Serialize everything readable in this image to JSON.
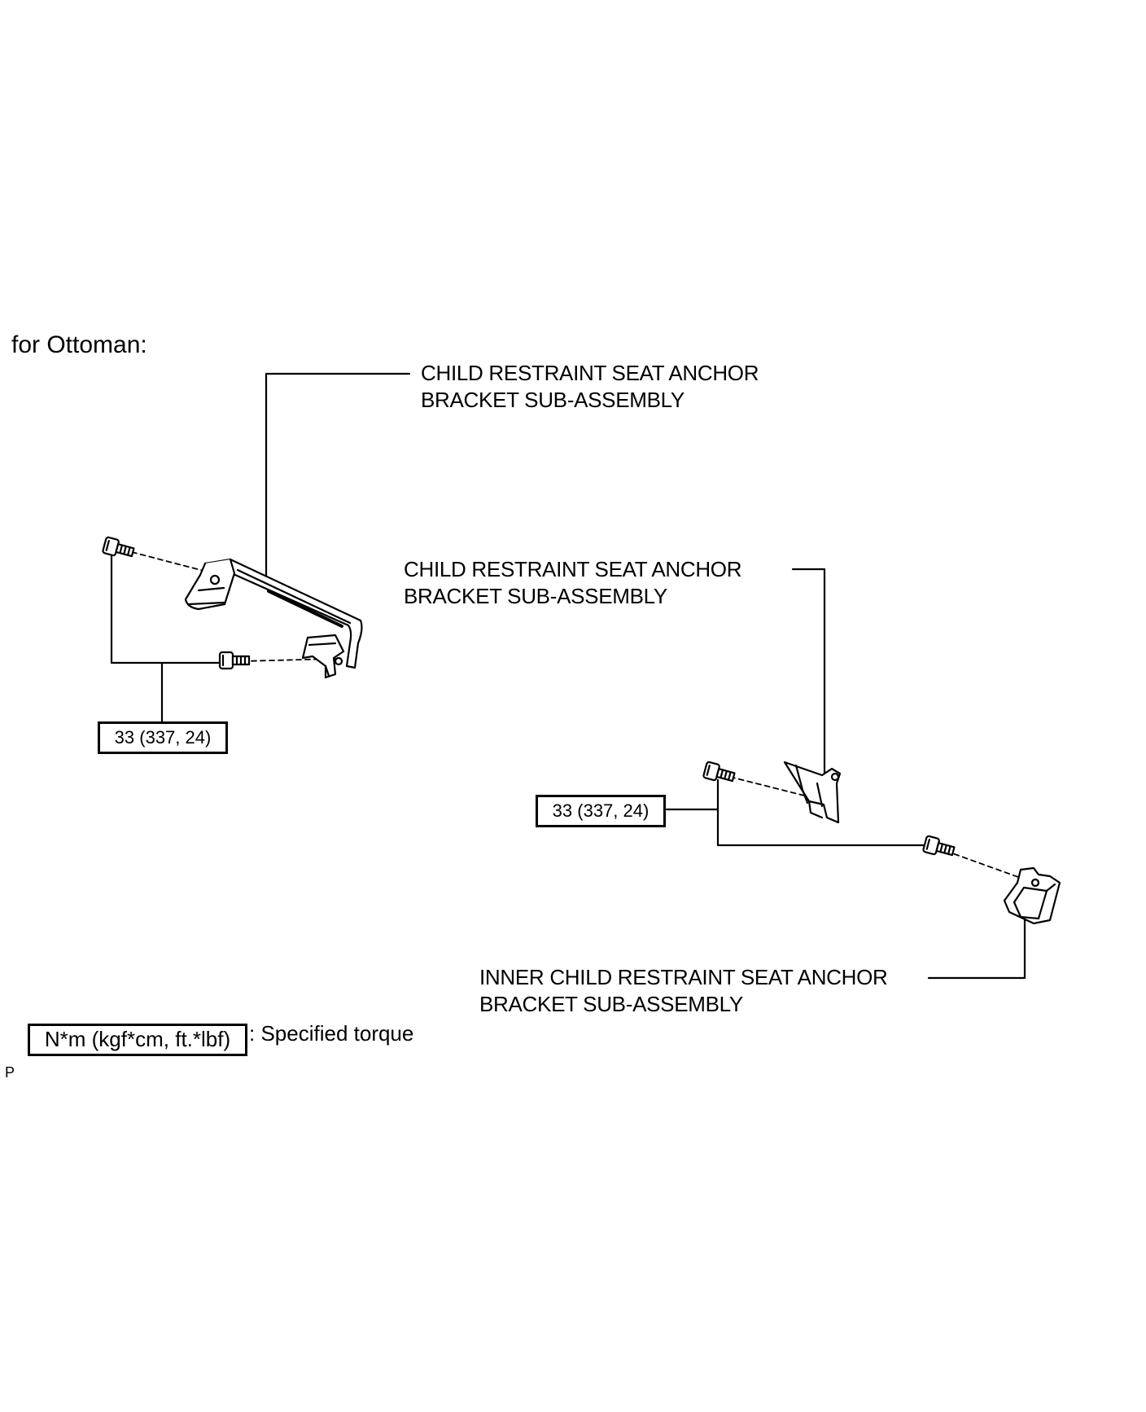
{
  "heading": "for Ottoman:",
  "labels": {
    "upper_bracket": [
      "CHILD RESTRAINT SEAT ANCHOR",
      "BRACKET SUB-ASSEMBLY"
    ],
    "right_bracket": [
      "CHILD RESTRAINT SEAT ANCHOR",
      "BRACKET SUB-ASSEMBLY"
    ],
    "inner_bracket": [
      "INNER CHILD RESTRAINT SEAT ANCHOR",
      "BRACKET SUB-ASSEMBLY"
    ]
  },
  "torque": {
    "left": "33 (337, 24)",
    "right": "33 (337, 24)"
  },
  "legend": {
    "box": "N*m (kgf*cm, ft.*lbf)",
    "description": ": Specified torque"
  },
  "figure_code": "P"
}
